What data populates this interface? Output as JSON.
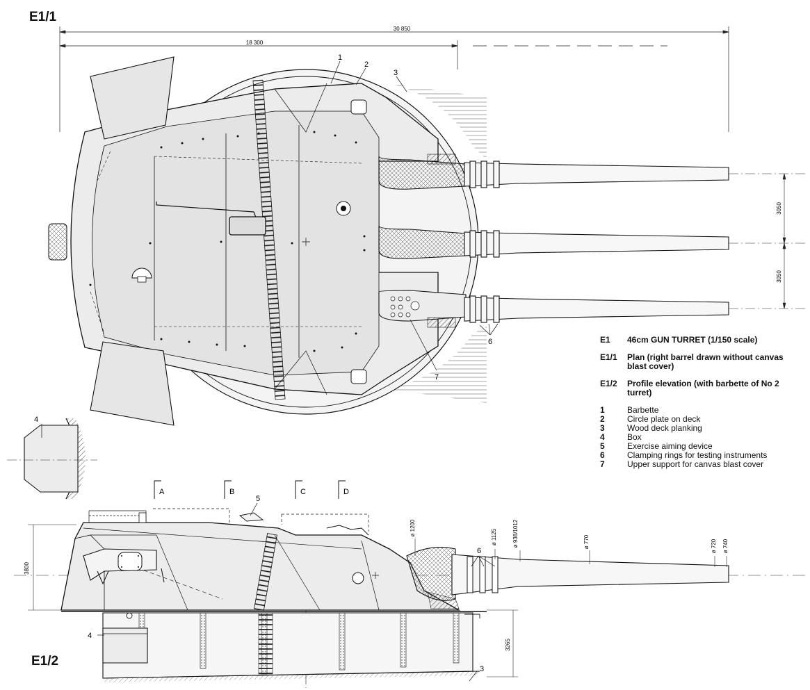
{
  "figure_labels": {
    "plan": "E1/1",
    "profile": "E1/2"
  },
  "dimensions": {
    "overall_length": "30 850",
    "plan_length": "18 300",
    "barrel_spacing_1": "3050",
    "barrel_spacing_2": "3050",
    "height": "3800",
    "barbette_depth": "3265",
    "dia_1200": "ø 1200",
    "dia_1125": "ø 1125",
    "dia_938": "ø 938/1012",
    "dia_770": "ø 770",
    "dia_720": "ø 720",
    "dia_740": "ø 740"
  },
  "section_marks": [
    "A",
    "B",
    "C",
    "D"
  ],
  "callouts": [
    "1",
    "2",
    "3",
    "4",
    "5",
    "6",
    "7"
  ],
  "legend": {
    "titles": [
      {
        "code": "E1",
        "text": "46cm GUN TURRET (1/150 scale)"
      },
      {
        "code": "E1/1",
        "text": "Plan (right barrel drawn without canvas blast cover)"
      },
      {
        "code": "E1/2",
        "text": "Profile elevation (with barbette of No 2 turret)"
      }
    ],
    "keys": [
      {
        "code": "1",
        "text": "Barbette"
      },
      {
        "code": "2",
        "text": "Circle plate on deck"
      },
      {
        "code": "3",
        "text": "Wood deck planking"
      },
      {
        "code": "4",
        "text": "Box"
      },
      {
        "code": "5",
        "text": "Exercise aiming device"
      },
      {
        "code": "6",
        "text": "Clamping rings for testing instruments"
      },
      {
        "code": "7",
        "text": "Upper support for canvas blast cover"
      }
    ]
  }
}
